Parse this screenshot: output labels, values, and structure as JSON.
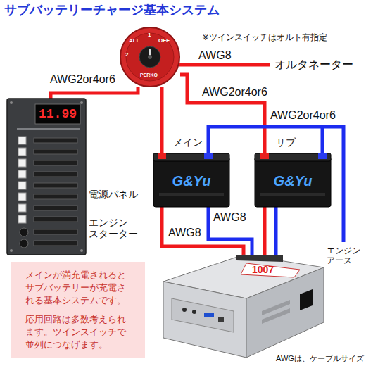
{
  "diagram": {
    "title": "サブバッテリーチャージ基本システム",
    "nodes": [
      {
        "text": [
          "2",
          "ALL",
          "1",
          "OFF",
          "PERKO"
        ]
      },
      {
        "text": [
          "11.99"
        ]
      },
      {
        "text": [
          "メイン",
          "G&Yu"
        ]
      },
      {
        "text": [
          "サブ",
          "G&Yu"
        ]
      },
      {
        "text": [
          "メインが満充電されるとサブバッテリーが充電される基本システムです。",
          "応用回路は多数考えられます。ツインスイッチで並列につなげます。"
        ]
      },
      {
        "text": [
          "1007"
        ]
      }
    ],
    "edges": [
      {
        "from": 1,
        "to": 0,
        "arrow": "none",
        "label": "AWG2or4or6"
      },
      {
        "from": 0,
        "to": 2,
        "arrow": "none"
      },
      {
        "from": 0,
        "to": 3,
        "arrow": "none",
        "label": "AWG2or4or6"
      },
      {
        "from": 2,
        "to": 3,
        "arrow": "none"
      },
      {
        "from": 2,
        "to": 5,
        "arrow": "none",
        "label": "AWG8"
      },
      {
        "from": 2,
        "to": 5,
        "arrow": "none",
        "label": "AWG8"
      },
      {
        "from": 3,
        "to": 5,
        "arrow": "none"
      },
      {
        "from": 3,
        "to": 5,
        "arrow": "none"
      }
    ],
    "labels": [
      "※ツインスイッチはオルト有指定",
      "AWG8",
      "オルタネーター",
      "AWG2or4or6",
      "電源パネル",
      "エンジン スターター",
      "エンジン アース",
      "AWGは、ケーブルサイズ"
    ]
  }
}
